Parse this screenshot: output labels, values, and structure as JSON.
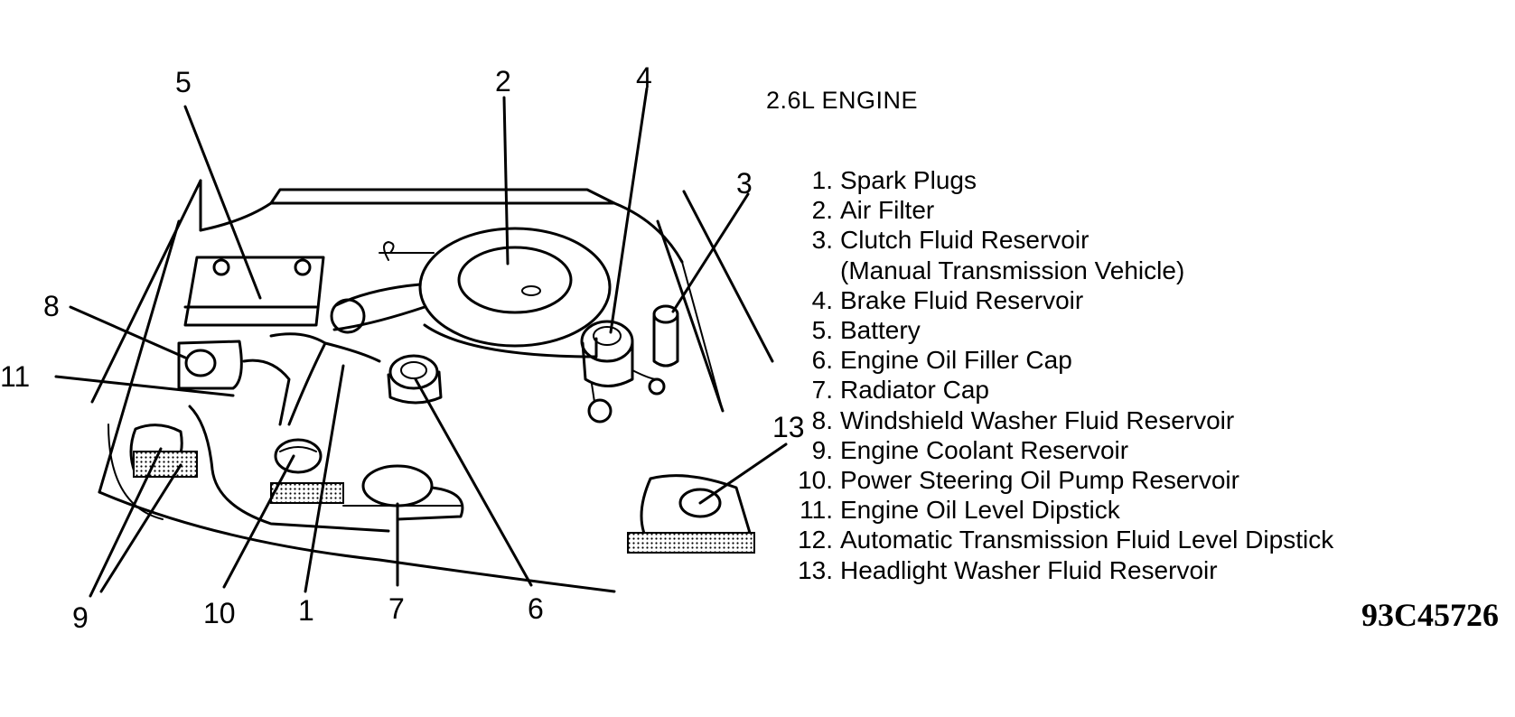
{
  "title": "2.6L ENGINE",
  "figure_code": "93C45726",
  "callouts": [
    "5",
    "2",
    "4",
    "3",
    "8",
    "11",
    "13",
    "9",
    "10",
    "1",
    "7",
    "6"
  ],
  "legend": [
    {
      "num": "1.",
      "text": "Spark Plugs"
    },
    {
      "num": "2.",
      "text": "Air Filter"
    },
    {
      "num": "3.",
      "text": "Clutch Fluid Reservoir",
      "sub": "(Manual Transmission Vehicle)"
    },
    {
      "num": "4.",
      "text": "Brake Fluid Reservoir"
    },
    {
      "num": "5.",
      "text": "Battery"
    },
    {
      "num": "6.",
      "text": "Engine Oil Filler Cap"
    },
    {
      "num": "7.",
      "text": "Radiator Cap"
    },
    {
      "num": "8.",
      "text": "Windshield Washer Fluid Reservoir"
    },
    {
      "num": "9.",
      "text": "Engine Coolant Reservoir"
    },
    {
      "num": "10.",
      "text": "Power Steering Oil Pump Reservoir"
    },
    {
      "num": "11.",
      "text": "Engine Oil Level Dipstick"
    },
    {
      "num": "12.",
      "text": "Automatic Transmission Fluid Level Dipstick"
    },
    {
      "num": "13.",
      "text": "Headlight Washer Fluid Reservoir"
    }
  ]
}
